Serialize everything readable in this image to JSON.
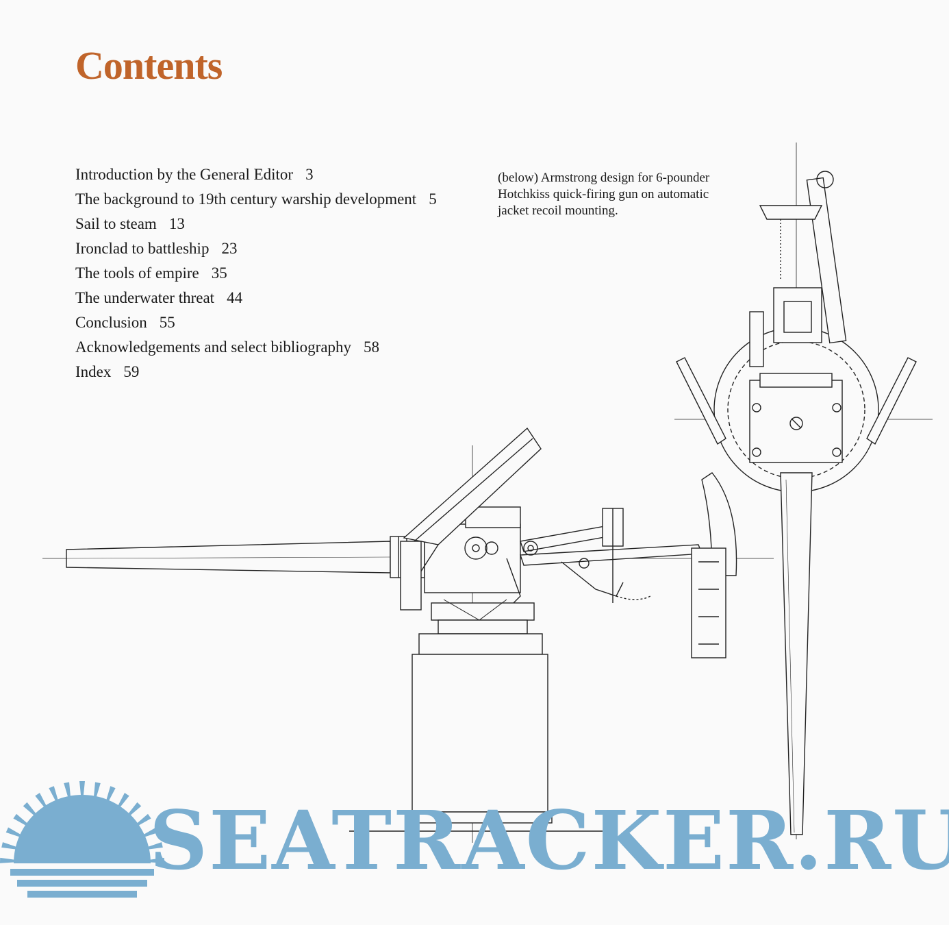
{
  "page": {
    "title": "Contents"
  },
  "toc": [
    {
      "title": "Introduction by the General Editor",
      "page": "3"
    },
    {
      "title": "The background to 19th century warship development",
      "page": "5"
    },
    {
      "title": "Sail to steam",
      "page": "13"
    },
    {
      "title": "Ironclad to battleship",
      "page": "23"
    },
    {
      "title": "The tools of empire",
      "page": "35"
    },
    {
      "title": "The underwater threat",
      "page": "44"
    },
    {
      "title": "Conclusion",
      "page": "55"
    },
    {
      "title": "Acknowledgements and select bibliography",
      "page": "58"
    },
    {
      "title": "Index",
      "page": "59"
    }
  ],
  "caption": "(below) Armstrong design for 6-pounder Hotchkiss quick-firing gun on automatic jacket recoil mounting.",
  "watermark": {
    "text": "SEATRACKER.RU",
    "color": "#7aaed0",
    "logo_icon": "sunburst-icon"
  },
  "colors": {
    "title": "#c0642a",
    "text": "#1a1a1a",
    "background": "#fafafa"
  }
}
